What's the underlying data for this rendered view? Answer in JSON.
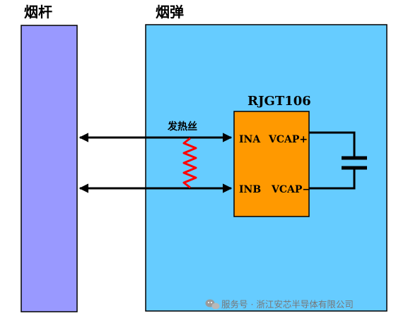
{
  "labels": {
    "rod": "烟杆",
    "cartridge": "烟弹",
    "chip": "RJGT106",
    "heater": "发热丝",
    "pin_ina": "INA",
    "pin_inb": "INB",
    "pin_vcap_plus": "VCAP+",
    "pin_vcap_minus": "VCAP−"
  },
  "watermark": {
    "text": "服务号 · 浙江安芯半导体有限公司",
    "icon": "wechat-icon"
  },
  "colors": {
    "rod": "#9999ff",
    "cartridge": "#66ccff",
    "chip": "#ff9900",
    "heater": "#ff0000",
    "wire": "#000000"
  }
}
